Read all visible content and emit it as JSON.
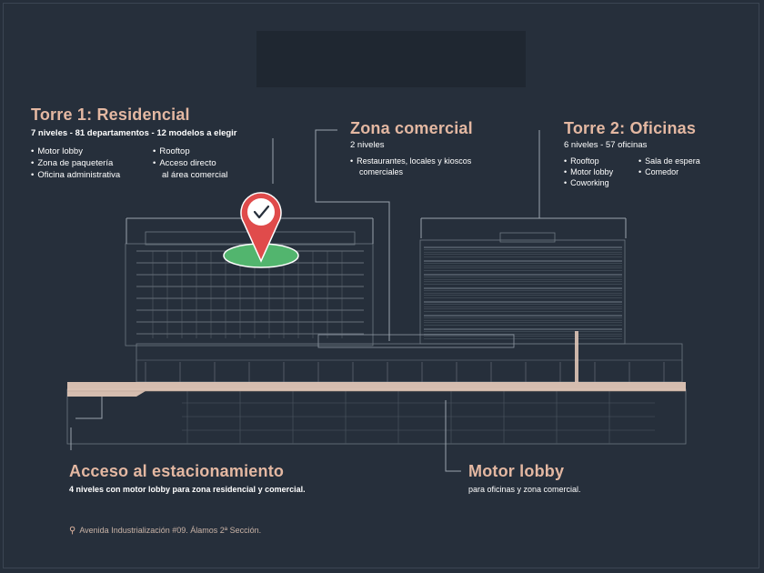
{
  "torre1": {
    "title": "Torre 1: Residencial",
    "subtitle": "7 niveles - 81 departamentos - 12 modelos a elegir",
    "col1": [
      "Motor lobby",
      "Zona de paquetería",
      "Oficina administrativa"
    ],
    "col2_a": "Rooftop",
    "col2_b": "Acceso directo",
    "col2_c": "al área comercial"
  },
  "zona": {
    "title": "Zona comercial",
    "subtitle": "2 niveles",
    "item_a": "Restaurantes, locales y kioscos",
    "item_b": "comerciales"
  },
  "torre2": {
    "title": "Torre 2: Oficinas",
    "subtitle": "6 niveles - 57 oficinas",
    "col1": [
      "Rooftop",
      "Motor lobby",
      "Coworking"
    ],
    "col2": [
      "Sala de espera",
      "Comedor"
    ]
  },
  "acceso": {
    "title": "Acceso al estacionamiento",
    "subtitle": "4 niveles con motor lobby para zona residencial y comercial."
  },
  "motor": {
    "title": "Motor lobby",
    "subtitle": "para oficinas y zona comercial."
  },
  "address": "Avenida Industrialización #09. Álamos 2ª Sección.",
  "icons": {
    "location_marker": "map-pin-check-icon",
    "address_pin": "location-pin-icon"
  },
  "colors": {
    "background": "#262f3b",
    "accent": "#e4b8a2",
    "lines": "#9aa3ad",
    "slab": "#e9cdbd",
    "marker_red": "#e04b4b",
    "marker_green": "#52b56e"
  }
}
